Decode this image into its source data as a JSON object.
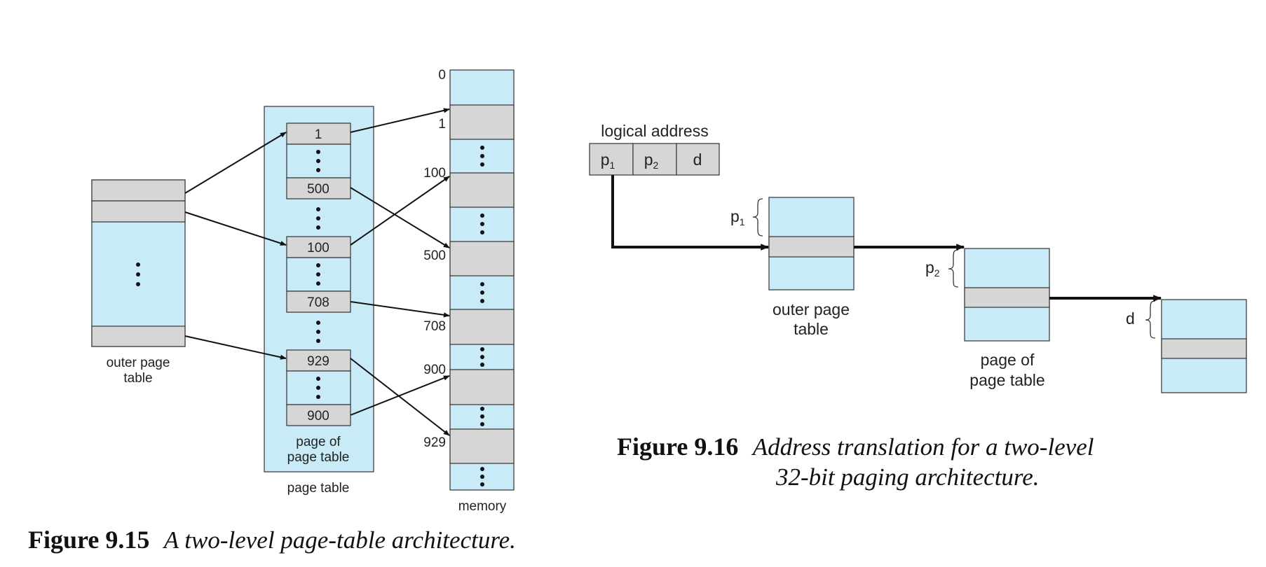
{
  "colors": {
    "blue": "#c9ebf8",
    "gray": "#d6d6d6",
    "stroke": "#333333",
    "ink": "#111111"
  },
  "fig15": {
    "outer_label_1": "outer page",
    "outer_label_2": "table",
    "entries": [
      "1",
      "500",
      "100",
      "708",
      "929",
      "900"
    ],
    "pot_label_1": "page of",
    "pot_label_2": "page table",
    "page_table_label": "page table",
    "memory_labels": [
      "0",
      "1",
      "100",
      "500",
      "708",
      "900",
      "929"
    ],
    "memory_label": "memory",
    "caption_number": "Figure 9.15",
    "caption_text": "A two-level page-table architecture."
  },
  "fig16": {
    "logical_address_label": "logical address",
    "fields": {
      "p1": "p",
      "p1_sub": "1",
      "p2": "p",
      "p2_sub": "2",
      "d": "d"
    },
    "brace_p1": "p",
    "brace_p1_sub": "1",
    "brace_p2": "p",
    "brace_p2_sub": "2",
    "brace_d": "d",
    "outer_label_1": "outer page",
    "outer_label_2": "table",
    "pot_label_1": "page of",
    "pot_label_2": "page table",
    "caption_number": "Figure 9.16",
    "caption_text_1": "Address translation for a two-level",
    "caption_text_2": "32-bit paging architecture."
  }
}
